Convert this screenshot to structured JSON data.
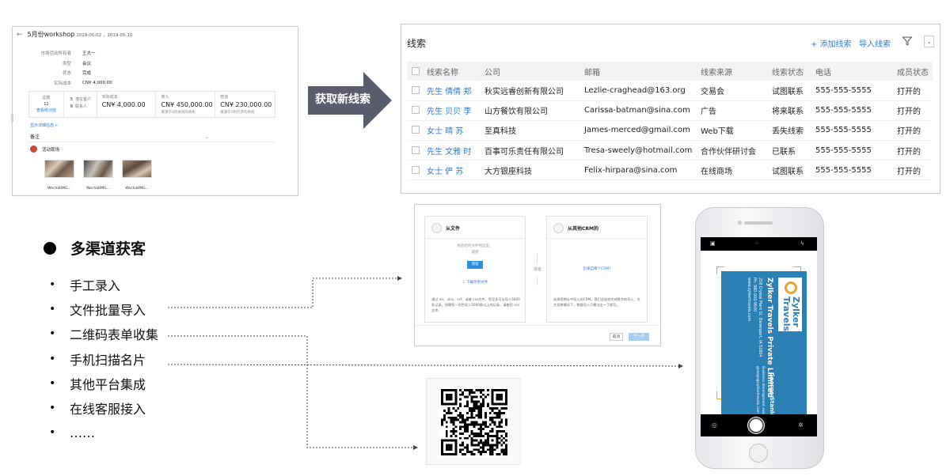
{
  "campaign": {
    "back": "←",
    "title": "5月份workshop",
    "date_range": "2019-05-02 ，2019-05-10",
    "fields": [
      {
        "label": "市场活动所有者",
        "value": "王大一"
      },
      {
        "label": "类型",
        "value": "会议"
      },
      {
        "label": "状态",
        "value": "完成"
      },
      {
        "label": "实际成本",
        "value": "CN¥ 4,000.00"
      }
    ],
    "stats": {
      "total_label": "总数",
      "total_value": "11",
      "total_link": "查看统计值",
      "potential_label": "潜在客户",
      "potential_value": "5",
      "contacts_label": "联系人",
      "contacts_value": "6",
      "actual_cost_label": "实际成本",
      "actual_cost_value": "CN¥ 4,000.00",
      "revenue_label": "收入",
      "revenue_value": "CN¥ 450,000.00",
      "revenue_note": "来源于4的关闭的商机",
      "pipeline_label": "管道",
      "pipeline_value": "CN¥ 230,000.00",
      "pipeline_note": "来源于3的打开的商机"
    },
    "show_more": "显示详细信息 ←",
    "notes": "备注",
    "caret": "⌄",
    "activity": "活动现场",
    "thumbs": [
      "WechatIMG...",
      "WechatIMG...",
      "WechatIMG..."
    ]
  },
  "arrow": {
    "label": "获取新线索",
    "color": "#5b5c6e"
  },
  "leads": {
    "title": "线索",
    "add_label": "+ 添加线索",
    "import_label": "导入线索",
    "filter_icon": "filter-icon",
    "dropdown_icon": "⌄",
    "columns": [
      "线索名称",
      "公司",
      "邮箱",
      "线索来源",
      "线索状态",
      "电话",
      "成员状态"
    ],
    "rows": [
      [
        "先生 倩倩 郑",
        "秋实远睿创新有限公司",
        "Lezlie-craghead@163.org",
        "交易会",
        "试图联系",
        "555-555-5555",
        "打开的"
      ],
      [
        "先生 贝贝 李",
        "山方餐饮有限公司",
        "Carissa-batman@sina.com",
        "广告",
        "将来联系",
        "555-555-5555",
        "打开的"
      ],
      [
        "女士 晴 苏",
        "至真科技",
        "James-merced@gmail.com",
        "Web下载",
        "丢失线索",
        "555-555-5555",
        "打开的"
      ],
      [
        "先生 文雅 时",
        "百事可乐责任有限公司",
        "Tresa-sweely@hotmail.com",
        "合作伙伴研讨会",
        "已联系",
        "555-555-5555",
        "打开的"
      ],
      [
        "女士 俨 苏",
        "大方银座科技",
        "Felix-hirpara@sina.com",
        "在线商场",
        "试图联系",
        "555-555-5555",
        "打开的"
      ]
    ]
  },
  "import": {
    "from_file": "从文件",
    "drag_text": "拖放您的文件到这里。",
    "or_small": "或者",
    "browse": "浏览",
    "download_sample": "⇩ 下载示例文件",
    "file_desc": "通过 xls、xlsx、xcf、或者 csv文件，您至多可以导入5000条记录。如果您一次性导入5000条以上的记录，请使用 csv文件。",
    "or": "或者",
    "from_crm": "从其他CRM的",
    "which_crm": "您来自哪个CRM?",
    "crm_desc": "选择您想从中导入的CRM。我们会轻松完成数字的导入、在大多数情况下，数据导入只需点击一下即可。",
    "cancel": "取消",
    "next": "下一步"
  },
  "channels": {
    "headline": "多渠道获客",
    "items": [
      "手工录入",
      "文件批量导入",
      "二维码表单收集",
      "手机扫描名片",
      "其他平台集成",
      "在线客服接入",
      "……"
    ]
  },
  "phone": {
    "card": {
      "logo_line1": "Zylker",
      "logo_line2": "Travels",
      "company": "Zylker Travels Private Limited",
      "address1": "258 Crystal Plant St, Davenport, IA 52804",
      "phone": "Ph: 980-000-9500",
      "web": "www.zylkertravels.com",
      "person": "George Stanley",
      "role": "Business development executive",
      "email": "george@zylkertravels.com"
    },
    "accent": "#e7a43a",
    "card_color": "#2a7fb5"
  },
  "qr": {
    "label": "qr-code"
  }
}
